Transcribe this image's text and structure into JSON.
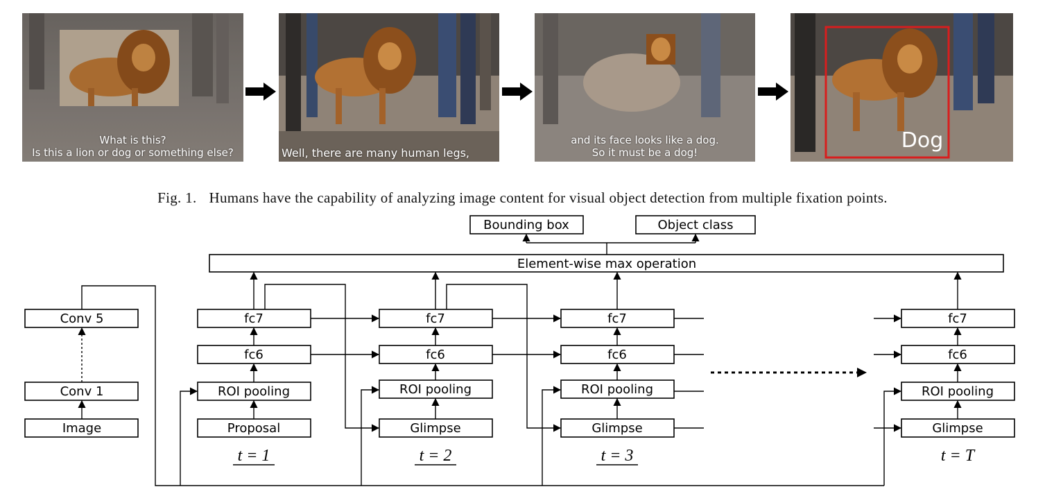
{
  "colors": {
    "box_stroke": "#000000",
    "detection_box": "#d81e1e",
    "photo_dark": "#3e3a36",
    "photo_ground": "#8f8377",
    "dog_fur": "#b27133",
    "mane": "#8c4f1c"
  },
  "panels": [
    {
      "caption_lines": [
        "What is this?",
        "Is this a lion or dog or something else?"
      ]
    },
    {
      "caption_lines": [
        "Well, there are many human legs,"
      ]
    },
    {
      "caption_lines": [
        "and its face looks like a dog.",
        "So it must be a dog!"
      ]
    },
    {
      "label": "Dog"
    }
  ],
  "icons": [
    "arrow-right-icon",
    "arrow-right-icon",
    "arrow-right-icon"
  ],
  "figure_caption": {
    "label": "Fig. 1.",
    "text": "Humans have the capability of analyzing image content for visual object detection from multiple fixation points."
  },
  "diagram": {
    "outputs": {
      "bbox": "Bounding box",
      "cls": "Object class"
    },
    "max_op": "Element-wise max operation",
    "backbone": {
      "conv5": "Conv 5",
      "conv1": "Conv 1",
      "image": "Image"
    },
    "steps": [
      {
        "t_label": "t = 1",
        "fc7": "fc7",
        "fc6": "fc6",
        "roi": "ROI pooling",
        "input": "Proposal"
      },
      {
        "t_label": "t = 2",
        "fc7": "fc7",
        "fc6": "fc6",
        "roi": "ROI pooling",
        "input": "Glimpse"
      },
      {
        "t_label": "t = 3",
        "fc7": "fc7",
        "fc6": "fc6",
        "roi": "ROI pooling",
        "input": "Glimpse"
      },
      {
        "t_label": "t = T",
        "fc7": "fc7",
        "fc6": "fc6",
        "roi": "ROI pooling",
        "input": "Glimpse"
      }
    ]
  }
}
